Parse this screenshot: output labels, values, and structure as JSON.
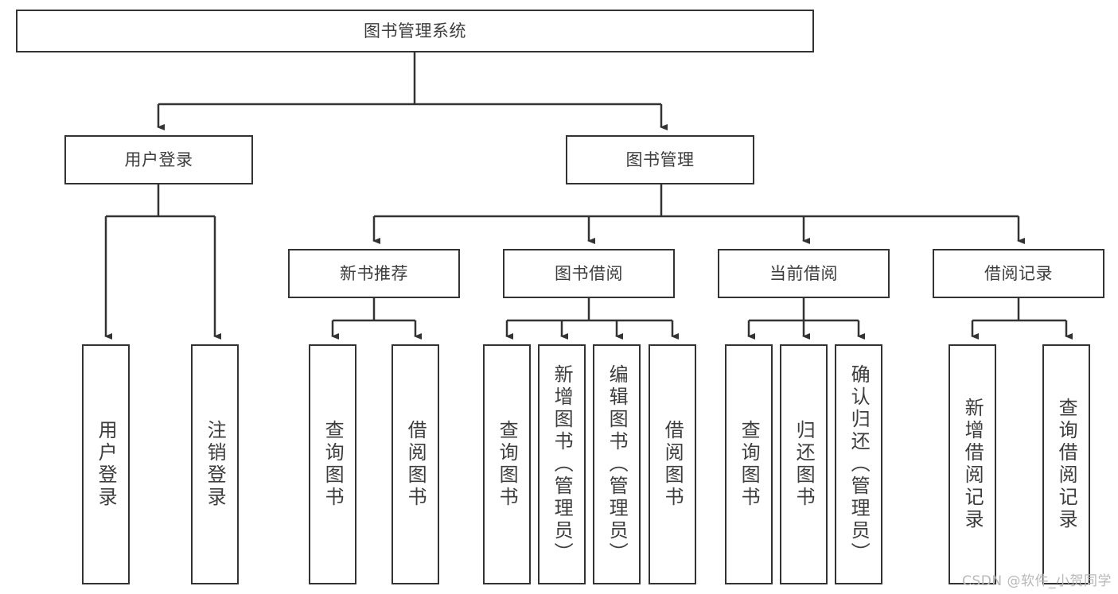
{
  "diagram": {
    "title": "图书管理系统",
    "type": "tree-hierarchy-chart",
    "root": {
      "id": "root",
      "label": "图书管理系统"
    },
    "level2": [
      {
        "id": "user-login",
        "label": "用户登录"
      },
      {
        "id": "book-management",
        "label": "图书管理"
      }
    ],
    "level3": [
      {
        "id": "new-book-recommend",
        "label": "新书推荐",
        "parent": "book-management"
      },
      {
        "id": "book-borrow",
        "label": "图书借阅",
        "parent": "book-management"
      },
      {
        "id": "current-borrow",
        "label": "当前借阅",
        "parent": "book-management"
      },
      {
        "id": "borrow-record",
        "label": "借阅记录",
        "parent": "book-management"
      }
    ],
    "leaves": [
      {
        "id": "leaf-user-login",
        "label": "用户登录",
        "parent": "user-login"
      },
      {
        "id": "leaf-logout-login",
        "label": "注销登录",
        "parent": "user-login"
      },
      {
        "id": "leaf-query-book-1",
        "label": "查询图书",
        "parent": "new-book-recommend"
      },
      {
        "id": "leaf-borrow-book-1",
        "label": "借阅图书",
        "parent": "new-book-recommend"
      },
      {
        "id": "leaf-query-book-2",
        "label": "查询图书",
        "parent": "book-borrow"
      },
      {
        "id": "leaf-add-book",
        "label": "新增图书（管理员）",
        "parent": "book-borrow"
      },
      {
        "id": "leaf-edit-book",
        "label": "编辑图书（管理员）",
        "parent": "book-borrow"
      },
      {
        "id": "leaf-borrow-book-2",
        "label": "借阅图书",
        "parent": "book-borrow"
      },
      {
        "id": "leaf-query-book-3",
        "label": "查询图书",
        "parent": "current-borrow"
      },
      {
        "id": "leaf-return-book",
        "label": "归还图书",
        "parent": "current-borrow"
      },
      {
        "id": "leaf-confirm-return",
        "label": "确认归还（管理员）",
        "parent": "current-borrow"
      },
      {
        "id": "leaf-add-record",
        "label": "新增借阅记录",
        "parent": "borrow-record"
      },
      {
        "id": "leaf-query-record",
        "label": "查询借阅记录",
        "parent": "borrow-record"
      }
    ]
  },
  "watermark": {
    "text": "CSDN @软件_小贺同学"
  },
  "colors": {
    "stroke": "#333333",
    "text": "#3d3d3d",
    "background": "#ffffff",
    "watermark": "#b8b8b8"
  }
}
